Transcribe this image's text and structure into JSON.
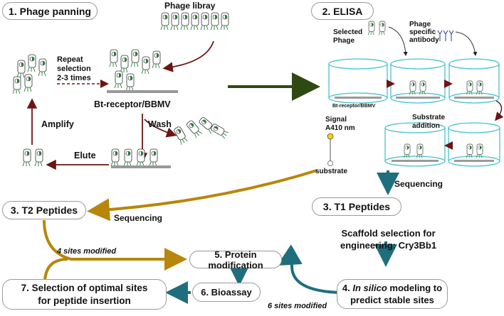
{
  "steps": {
    "panning": "1. Phage panning",
    "elisa": "2. ELISA",
    "t2": "3. T2 Peptides",
    "t1": "3. T1 Peptides",
    "insilico_1": "In silico",
    "insilico_prefix": "4. ",
    "insilico_2": " modeling to",
    "insilico_3": "predict stable sites",
    "protmod": "5. Protein modification",
    "bioassay": "6. Bioassay",
    "selection_1": "7. Selection of optimal sites",
    "selection_2": "for peptide insertion"
  },
  "labels": {
    "phage_library": "Phage libray",
    "repeat_1": "Repeat",
    "repeat_2": "selection",
    "repeat_3": "2-3 times",
    "bt_receptor": "Bt-receptor/BBMV",
    "wash": "Wash",
    "amplify": "Amplify",
    "elute": "Elute",
    "selected_phage_1": "Selected",
    "selected_phage_2": "Phage",
    "antibody_1": "Phage",
    "antibody_2": "specific",
    "antibody_3": "antibody",
    "bt_receptor_small": "Bt-receptor/BBMV",
    "signal_1": "Signal",
    "signal_2": "A410 nm",
    "substrate": "substrate",
    "substrate_addition_1": "Substrate",
    "substrate_addition_2": "addition",
    "sequencing_right": "Sequencing",
    "sequencing_left": "Sequencing",
    "scaffold_1": "Scaffold selection for",
    "scaffold_2": "engineering: Cry3Bb1",
    "four_sites": "4 sites modified",
    "six_sites": "6 sites modified"
  },
  "colors": {
    "dark_green": "#2e4a12",
    "gold": "#b8860b",
    "teal": "#1f6e7e",
    "dark_red": "#6b1515",
    "cyan": "#49c1cf"
  }
}
